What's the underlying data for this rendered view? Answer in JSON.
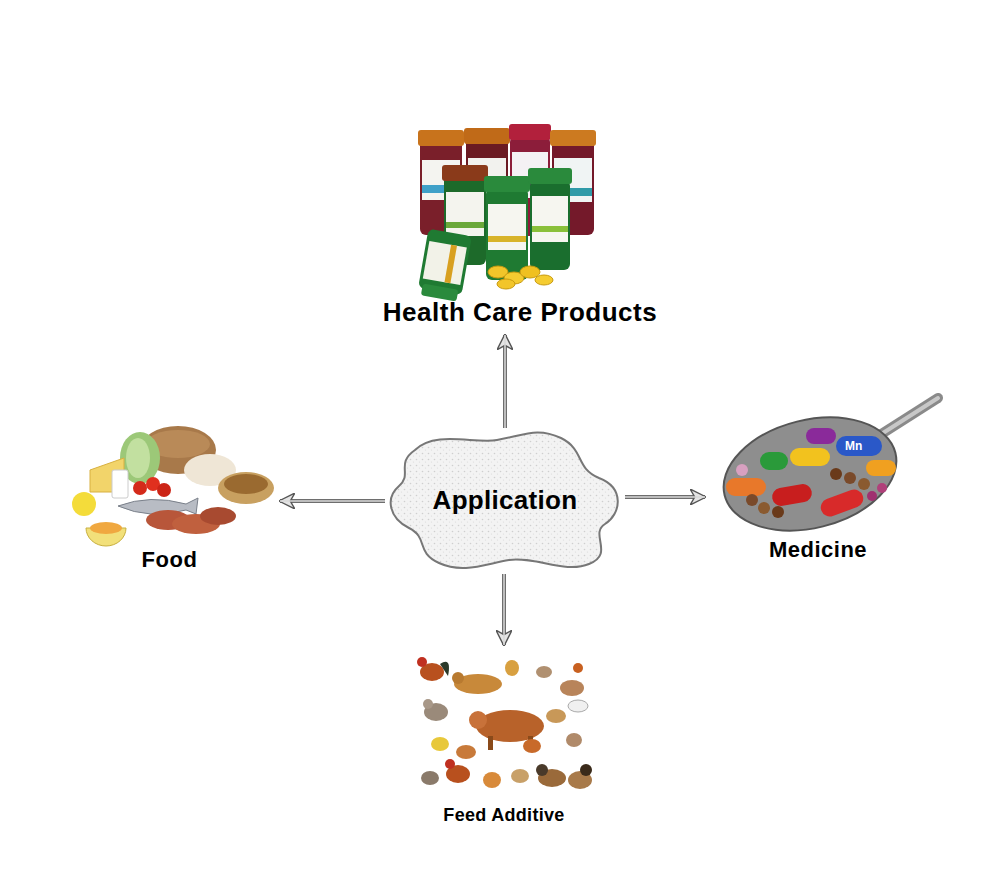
{
  "diagram": {
    "nodes": [
      {
        "text": [
          "Health Care Products"
        ]
      },
      {
        "text": [
          "Food"
        ]
      },
      {
        "text": [
          "Application"
        ]
      },
      {
        "text": [
          "Medicine"
        ]
      },
      {
        "text": [
          "Feed Additive"
        ]
      }
    ],
    "edges": [
      {
        "from": 2,
        "to": 0,
        "arrow": "to"
      },
      {
        "from": 2,
        "to": 1,
        "arrow": "to"
      },
      {
        "from": 2,
        "to": 3,
        "arrow": "to"
      },
      {
        "from": 2,
        "to": 4,
        "arrow": "to"
      }
    ],
    "labels": [
      "Mn"
    ]
  }
}
